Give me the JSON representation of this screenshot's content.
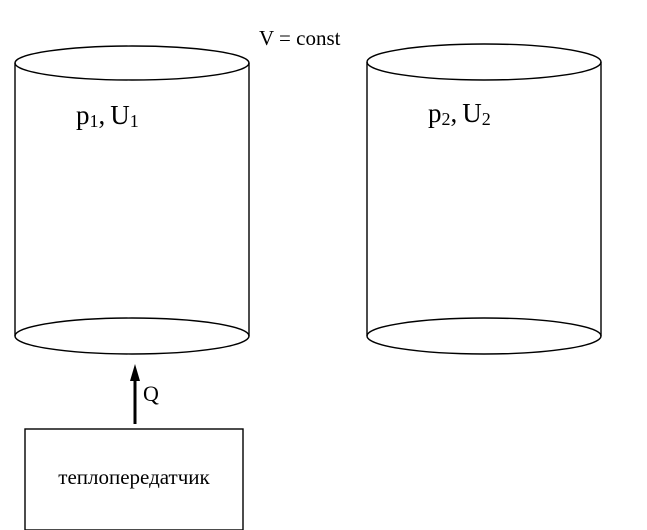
{
  "diagram": {
    "condition": "V = const",
    "cylinder_left": {
      "pressure_symbol": "p",
      "pressure_index": "1",
      "separator": ",",
      "energy_symbol": "U",
      "energy_index": "1"
    },
    "cylinder_right": {
      "pressure_symbol": "p",
      "pressure_index": "2",
      "separator": ",",
      "energy_symbol": "U",
      "energy_index": "2"
    },
    "heat_label": "Q",
    "heat_source_label": "теплопередатчик"
  }
}
